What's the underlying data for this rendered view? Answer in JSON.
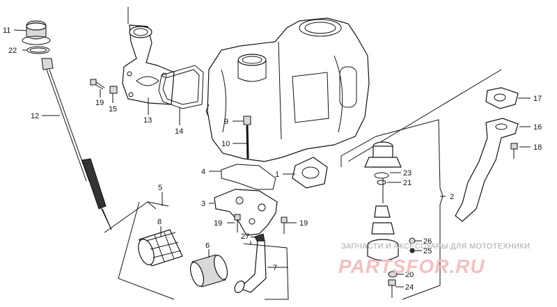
{
  "labels": {
    "l1": "1",
    "l2": "2",
    "l3": "3",
    "l4": "4",
    "l5": "5",
    "l6": "6",
    "l7": "7",
    "l8": "8",
    "l9": "9",
    "l10": "10",
    "l11": "11",
    "l12": "12",
    "l13": "13",
    "l14": "14",
    "l15": "15",
    "l16": "16",
    "l17": "17",
    "l18": "18",
    "l19a": "19",
    "l19b": "19",
    "l19c": "19",
    "l20": "20",
    "l21": "21",
    "l22": "22",
    "l23": "23",
    "l24": "24",
    "l25": "25",
    "l26": "26",
    "l27": "27"
  },
  "watermark": {
    "caption": "ЗАПЧАСТИ И АКСЕССУАРЫ ДЛЯ МОТОТЕХНИКИ",
    "logo": "PARTSFOR.RU"
  },
  "colors": {
    "line": "#111111",
    "watermark_caption": "#a8a8a8",
    "watermark_logo": "#f2c0c0"
  }
}
